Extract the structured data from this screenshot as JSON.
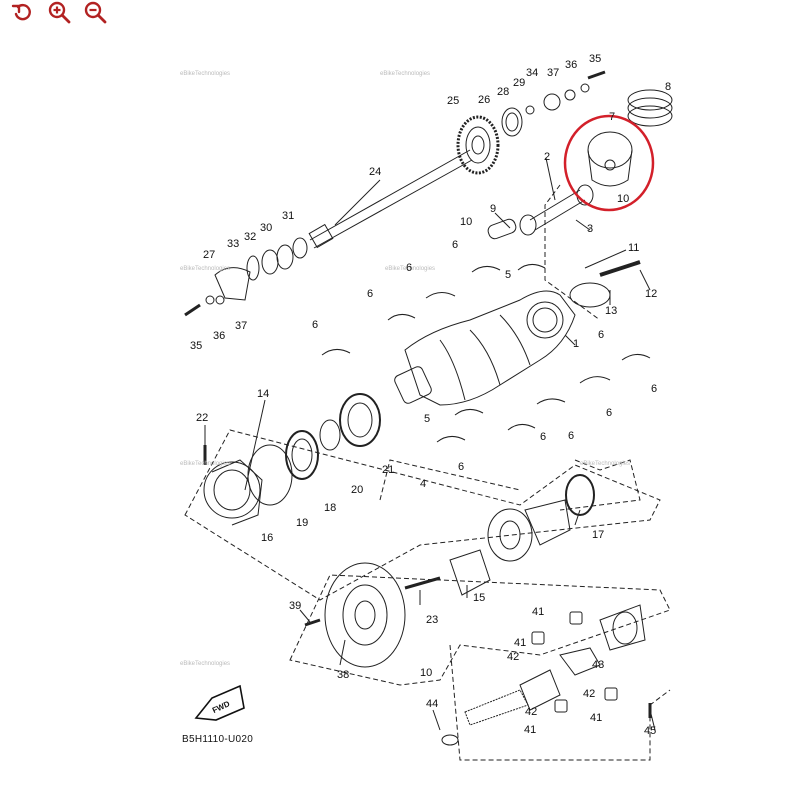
{
  "toolbar": {
    "rotate_icon": "rotate-left-icon",
    "zoom_in_icon": "zoom-in-icon",
    "zoom_out_icon": "zoom-out-icon",
    "icon_color": "#b22222"
  },
  "diagram": {
    "code": "B5H1110-U020",
    "fwd_label": "FWD",
    "highlight_color": "#d3202a",
    "watermark": "eBikeTechnologies",
    "callouts": [
      "35",
      "36",
      "37",
      "34",
      "29",
      "28",
      "8",
      "26",
      "25",
      "7",
      "2",
      "10",
      "9",
      "24",
      "31",
      "30",
      "32",
      "33",
      "27",
      "10",
      "3",
      "11",
      "6",
      "6",
      "5",
      "12",
      "35",
      "36",
      "37",
      "6",
      "6",
      "13",
      "1",
      "6",
      "6",
      "6",
      "14",
      "22",
      "5",
      "6",
      "6",
      "6",
      "21",
      "20",
      "4",
      "18",
      "19",
      "16",
      "17",
      "15",
      "39",
      "23",
      "41",
      "41",
      "42",
      "38",
      "10",
      "42",
      "44",
      "41",
      "43",
      "45",
      "42",
      "41"
    ]
  }
}
